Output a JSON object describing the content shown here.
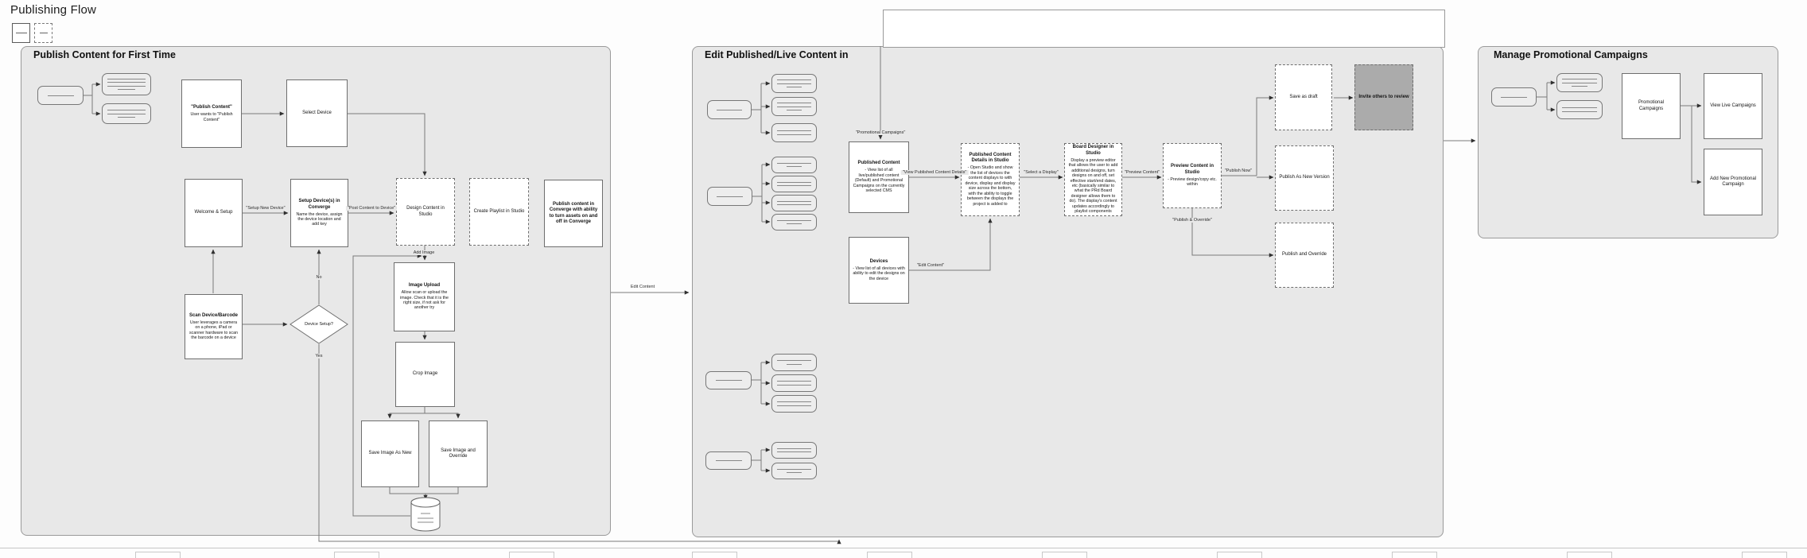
{
  "title": "Publishing Flow",
  "sections": {
    "publish": {
      "title": "Publish Content for First Time",
      "nodes": {
        "publish_content": {
          "title": "\"Publish Content\"",
          "body": "User wants to \"Publish Content\""
        },
        "select_device": {
          "title": "Select Device"
        },
        "welcome_setup": {
          "title": "Welcome & Setup"
        },
        "setup_devices": {
          "title": "Setup Device(s) in Converge",
          "body": "Name the device, assign the device location and add key"
        },
        "design_content": {
          "title": "Design Content in Studio"
        },
        "create_playlist": {
          "title": "Create Playlist in Studio"
        },
        "publish_converge": {
          "title": "Publish content in Converge with ability to turn assets on and off in Converge"
        },
        "scan_device": {
          "title": "Scan Device/Barcode",
          "body": "User leverages a camera on a phone, iPad or scanner hardware to scan the barcode on a device"
        },
        "device_setup_decision": {
          "title": "Device Setup?"
        },
        "image_upload": {
          "title": "Image Upload",
          "body": "Allow scan or upload the image. Check that it is the right size, if not ask for another try"
        },
        "crop_image": {
          "title": "Crop Image"
        },
        "save_image_new": {
          "title": "Save Image As New"
        },
        "save_image_override": {
          "title": "Save Image and Override"
        }
      },
      "edge_labels": {
        "setup_new_device": "\"Setup New Device\"",
        "post_content": "\"Post Content to Device\"",
        "no": "No",
        "yes": "Yes",
        "add_image": "Add Image",
        "edit_content": "Edit Content"
      }
    },
    "edit": {
      "title": "Edit Published/Live Content in",
      "nodes": {
        "published_content": {
          "title": "Published Content",
          "body": "- View list of all live/published content (Default) and Promotional Campaigns on the currently selected CMS"
        },
        "devices": {
          "title": "Devices",
          "body": "- View list of all devices with ability to edit the designs on the device"
        },
        "details": {
          "title": "Published Content Details in Studio",
          "body": "- Open Studio and show the list of devices the content displays to with device, display and display size across the bottom, with the ability to toggle between the displays the project is added to"
        },
        "board_designer": {
          "title": "Board Designer in Studio",
          "body": "Display a preview editor that allows the user to add additional designs, turn designs on and off, set effective start/end dates, etc (basically similar to what the PRd Board designer allows them to do). The display's content updates accordingly to playlist components"
        },
        "preview": {
          "title": "Preview Content in Studio",
          "body": "- Preview design/copy etc. within"
        },
        "save_draft": {
          "title": "Save as draft"
        },
        "invite_review": {
          "title": "Invite others to review"
        },
        "publish_new_version": {
          "title": "Publish As New Version"
        },
        "publish_and_override": {
          "title": "Publish and Override"
        }
      },
      "edge_labels": {
        "promotional_campaigns": "\"Promotional Campaigns\"",
        "view_details": "\"View Published Content Details\"",
        "select_display": "\"Select a Display\"",
        "preview_content": "\"Preview Content\"",
        "publish_now": "\"Publish Now\"",
        "publish_override": "\"Publish & Override\"",
        "edit_content": "\"Edit Content\""
      }
    },
    "campaigns": {
      "title": "Manage Promotional Campaigns",
      "nodes": {
        "promotional_campaigns": {
          "title": "Promotional Campaigns"
        },
        "view_live": {
          "title": "View Live Campaigns"
        },
        "add_new": {
          "title": "Add New Promotional Campaign"
        }
      }
    }
  }
}
